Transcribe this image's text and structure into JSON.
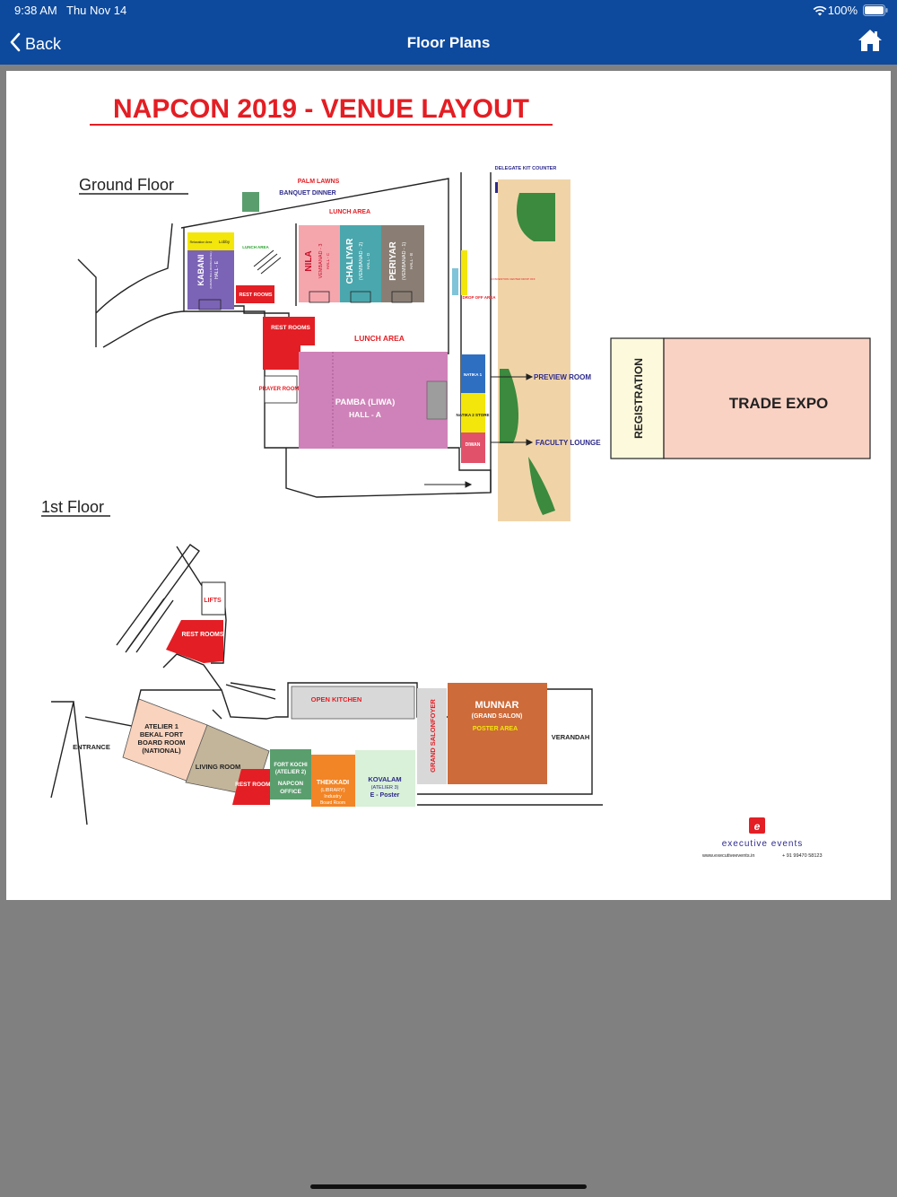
{
  "status_bar": {
    "time": "9:38 AM",
    "date": "Thu Nov 14",
    "battery": "100%"
  },
  "nav": {
    "back_label": "Back",
    "title": "Floor Plans"
  },
  "icons": {
    "back": "chevron-left-icon",
    "home": "home-icon",
    "wifi": "wifi-icon",
    "battery": "battery-icon"
  },
  "colors": {
    "nav_bar": "#0d4a9e",
    "title_red": "#e31e24",
    "background": "#808080"
  },
  "plan": {
    "title": "NAPCON 2019 - VENUE LAYOUT",
    "ground_floor": {
      "heading": "Ground Floor",
      "palm_lawns": "PALM LAWNS",
      "banquet_dinner": "BANQUET DINNER",
      "lunch_area_top": "LUNCH AREA",
      "lunch_area_small": "LUNCH AREA",
      "relaxation_area": "Relaxation Area",
      "lobby": "Lobby",
      "kabani": "KABANI",
      "kabani_sub": "(GRAND BALL ROOM LEVEL)",
      "kabani_hall": "HALL - E",
      "rest_rooms_1": "REST ROOMS",
      "nila": "NILA",
      "nila_sub": "VEMBANAD - 3",
      "nila_hall": "HALL - C",
      "chaliyar": "CHALIYAR",
      "chaliyar_sub": "(VEMBANAD - 2)",
      "chaliyar_hall": "HALL - D",
      "periyar": "PERIYAR",
      "periyar_sub": "(VEMBANAD - 1)",
      "periyar_hall": "HALL - B",
      "rest_rooms_2": "REST ROOMS",
      "lunch_area_mid": "LUNCH AREA",
      "prayer_rooms": "PRAYER ROOMS",
      "pamba": "PAMBA (LIWA)",
      "pamba_hall": "HALL - A",
      "delegate_kit_counter": "DELEGATE KIT COUNTER",
      "drop_off": "DROP OFF AREA",
      "convention_drop": "CONVENTION CENTER DROP OFF",
      "natika1": "NATIKA 1",
      "natika2": "NATIKA 2 STORE",
      "diwan": "DIWAN",
      "preview_room": "PREVIEW ROOM",
      "faculty_lounge": "FACULTY LOUNGE",
      "registration": "REGISTRATION",
      "trade_expo": "TRADE EXPO"
    },
    "first_floor": {
      "heading": "1st Floor",
      "lifts": "LIFTS",
      "rest_rooms_1": "REST ROOMS",
      "open_kitchen": "OPEN KITCHEN",
      "grand_salonfoyer": "GRAND SALONFOYER",
      "munnar": "MUNNAR",
      "munnar_sub": "(GRAND SALON)",
      "poster_area": "POSTER AREA",
      "verandah": "VERANDAH",
      "atelier1": [
        "ATELIER 1",
        "BEKAL FORT",
        "BOARD ROOM",
        "(NATIONAL)"
      ],
      "entrance": "ENTRANCE",
      "living_room": "LIVING ROOM",
      "rest_rooms_2": "REST ROOMS",
      "fort_kochi": [
        "FORT KOCHI",
        "(ATELIER 2)"
      ],
      "napcon_office": [
        "NAPCON",
        "OFFICE"
      ],
      "thekkadi": [
        "THEKKADI",
        "(LIBRARY)",
        "Industry",
        "Board Room"
      ],
      "kovalam": [
        "KOVALAM",
        "(ATELIER 3)",
        "E - Poster"
      ]
    },
    "brand": {
      "name": "executive events",
      "website": "www.executiveevents.in",
      "phone": "+ 91 99470 58123"
    }
  }
}
